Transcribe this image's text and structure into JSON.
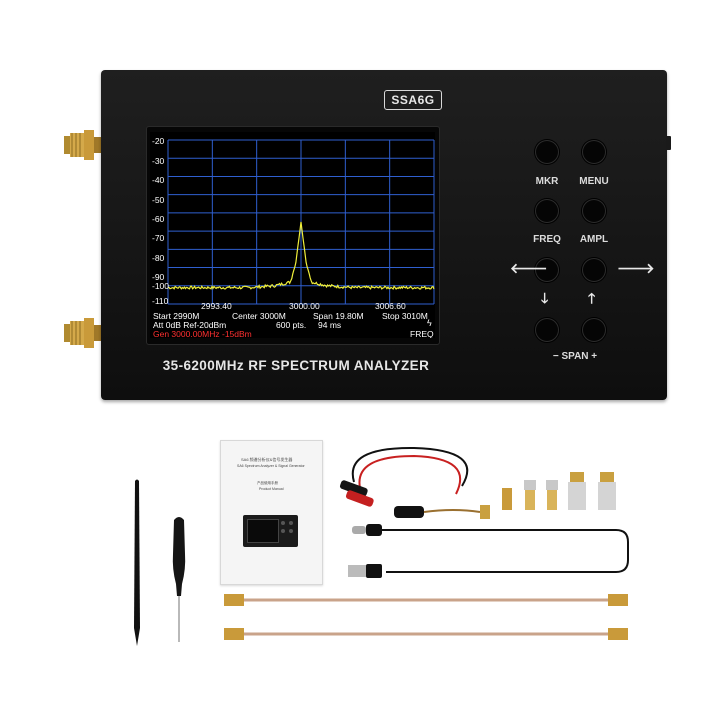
{
  "device": {
    "brand": "SSA6G",
    "tagline": "35-6200MHz RF SPECTRUM ANALYZER"
  },
  "screen": {
    "y_ticks": [
      "-20",
      "-30",
      "-40",
      "-50",
      "-60",
      "-70",
      "-80",
      "-90",
      "-100",
      "-110"
    ],
    "x_ticks": [
      "2993.40",
      "3000.00",
      "3006.60"
    ],
    "start": "Start 2990M",
    "center": "Center 3000M",
    "span": "Span 19.80M",
    "stop": "Stop 3010M",
    "att_ref": "Att 0dB Ref-20dBm",
    "points": "600 pts.",
    "sweep": "94 ms",
    "marker": "Gen 3000.00MHz -15dBm",
    "mode": "FREQ"
  },
  "buttons": {
    "mkr": "MKR",
    "menu": "MENU",
    "freq": "FREQ",
    "ampl": "AMPL",
    "span_minus": "−",
    "span_label": "SPAN",
    "span_plus": "+"
  },
  "manual": {
    "title_cn": "SA6 频谱分析仪&信号发生器",
    "title_en": "SA6 Spectrum Analyzer & Signal Generator",
    "subtitle_cn": "产品使用手册",
    "subtitle_en": "Product Manual"
  },
  "chart_data": {
    "type": "line",
    "title": "",
    "xlabel": "",
    "ylabel": "",
    "x": [
      2990,
      2993.4,
      2996,
      2998,
      2999.2,
      2999.6,
      3000.0,
      3000.4,
      3000.8,
      3002,
      3004,
      3006.6,
      3010
    ],
    "series": [
      {
        "values": [
          -101,
          -101,
          -101,
          -100,
          -98,
          -88,
          -65,
          -88,
          -98,
          -100,
          -101,
          -101,
          -101
        ]
      }
    ],
    "xlim": [
      2990,
      3010
    ],
    "ylim": [
      -110,
      -20
    ],
    "grid": true
  }
}
